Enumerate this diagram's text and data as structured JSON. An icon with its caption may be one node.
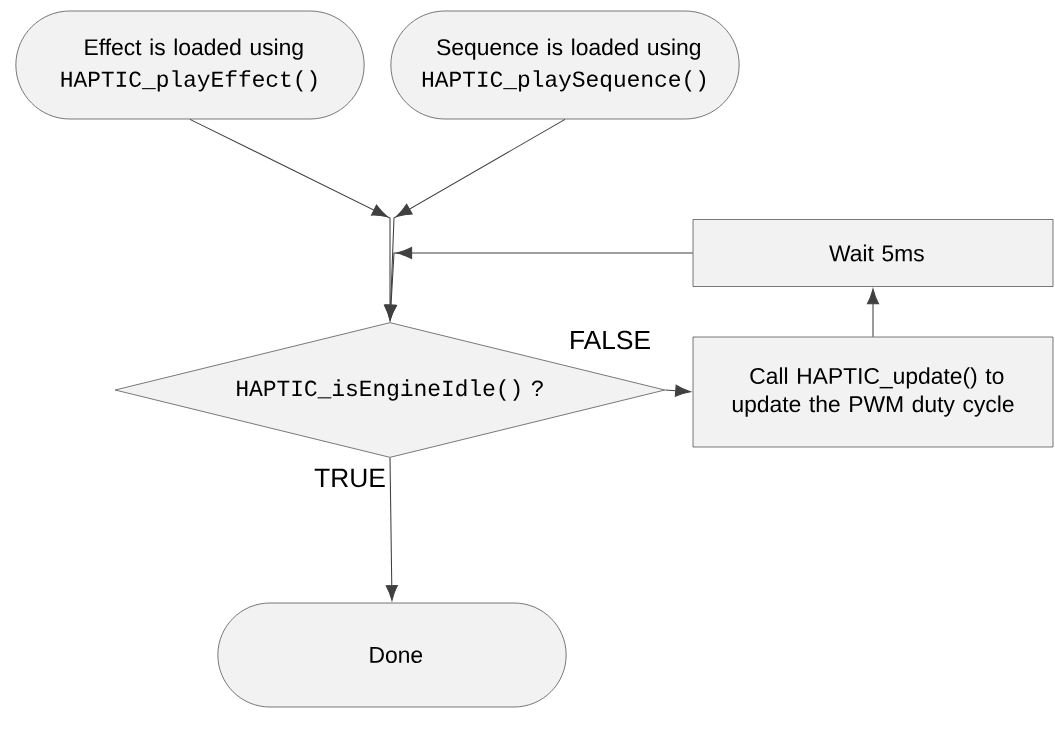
{
  "diagram": {
    "nodes": [
      {
        "text": [
          "Effect is loaded using",
          "HAPTIC_playEffect()"
        ]
      },
      {
        "text": [
          "Sequence is loaded using",
          "HAPTIC_playSequence()"
        ]
      },
      {
        "text": [
          "HAPTIC_isEngineIdle() ?"
        ]
      },
      {
        "text": [
          "Call HAPTIC_update() to update the PWM duty cycle"
        ]
      },
      {
        "text": [
          "Wait 5ms"
        ]
      },
      {
        "text": [
          "Done"
        ]
      }
    ],
    "edges": [
      {
        "from": 0,
        "to": 2,
        "arrow": "to"
      },
      {
        "from": 1,
        "to": 2,
        "arrow": "to"
      },
      {
        "from": 4,
        "to": 2,
        "arrow": "to"
      },
      {
        "from": 2,
        "to": 3,
        "arrow": "to",
        "label": "FALSE"
      },
      {
        "from": 3,
        "to": 4,
        "arrow": "to"
      },
      {
        "from": 2,
        "to": 5,
        "arrow": "to",
        "label": "TRUE"
      }
    ]
  }
}
